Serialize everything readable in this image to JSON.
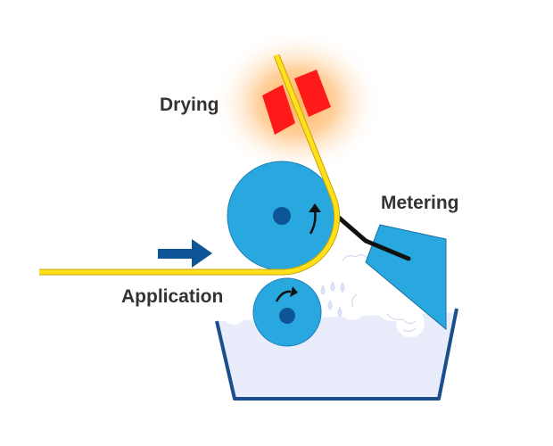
{
  "labels": {
    "drying": "Drying",
    "metering": "Metering",
    "application": "Application"
  },
  "colors": {
    "roller": "#29a8e0",
    "roller_hub": "#0d5596",
    "web": "#ffe01a",
    "web_edge": "#c9a400",
    "heater": "#ff1a1a",
    "heater_glow": "#ffb45a",
    "arrow": "#0d5596",
    "tray": "#1a4e8c",
    "coating": "#e8ecfb",
    "blade": "#29a8e0",
    "foam": "#ffffff"
  },
  "icons": {
    "feed_arrow": "right-arrow-icon",
    "rotation": "curved-arrow-icon"
  }
}
